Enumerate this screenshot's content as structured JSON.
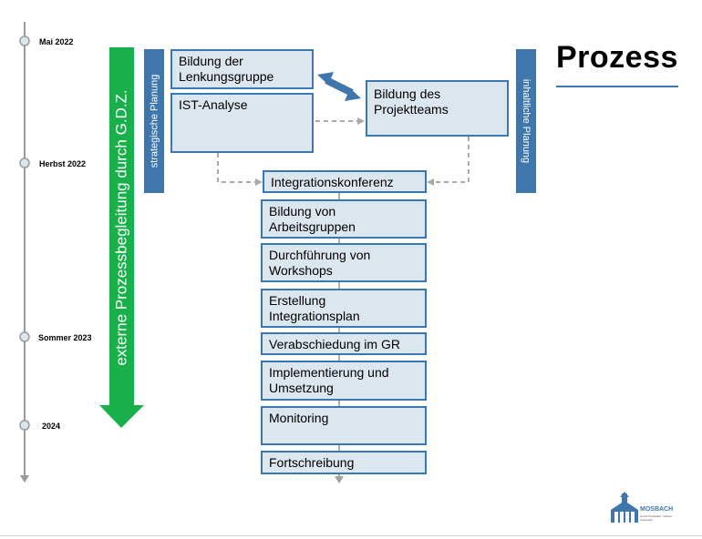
{
  "title": "Prozess",
  "timeline": [
    {
      "label": "Mai 2022"
    },
    {
      "label": "Herbst 2022"
    },
    {
      "label": "Sommer 2023"
    },
    {
      "label": "2024"
    }
  ],
  "labels": {
    "external": "externe Prozessbegleitung durch G.D.Z.",
    "strategic": "strategische Planung",
    "content": "inhaltliche Planung"
  },
  "boxes": {
    "lenkungsgruppe": "Bildung der Lenkungsgruppe",
    "ist_analyse": "IST-Analyse",
    "projektteams": "Bildung des Projektteams",
    "integrationskonferenz": "Integrationskonferenz",
    "arbeitsgruppen": "Bildung von Arbeitsgruppen",
    "workshops": "Durchführung von Workshops",
    "integrationsplan": "Erstellung Integrationsplan",
    "verabschiedung": "Verabschiedung im GR",
    "implementierung": "Implementierung und Umsetzung",
    "monitoring": "Monitoring",
    "fortschreibung": "Fortschreibung"
  },
  "logo": {
    "name": "MOSBACH",
    "tagline": "Große Kreisstadt · Neckar-Odenwald"
  },
  "colors": {
    "box_fill": "#dce6ef",
    "box_border": "#3a78b5",
    "green": "#19b04b",
    "steel_blue": "#3f77ad",
    "timeline": "#9a9a9a",
    "dashed": "#aaaaaa"
  }
}
